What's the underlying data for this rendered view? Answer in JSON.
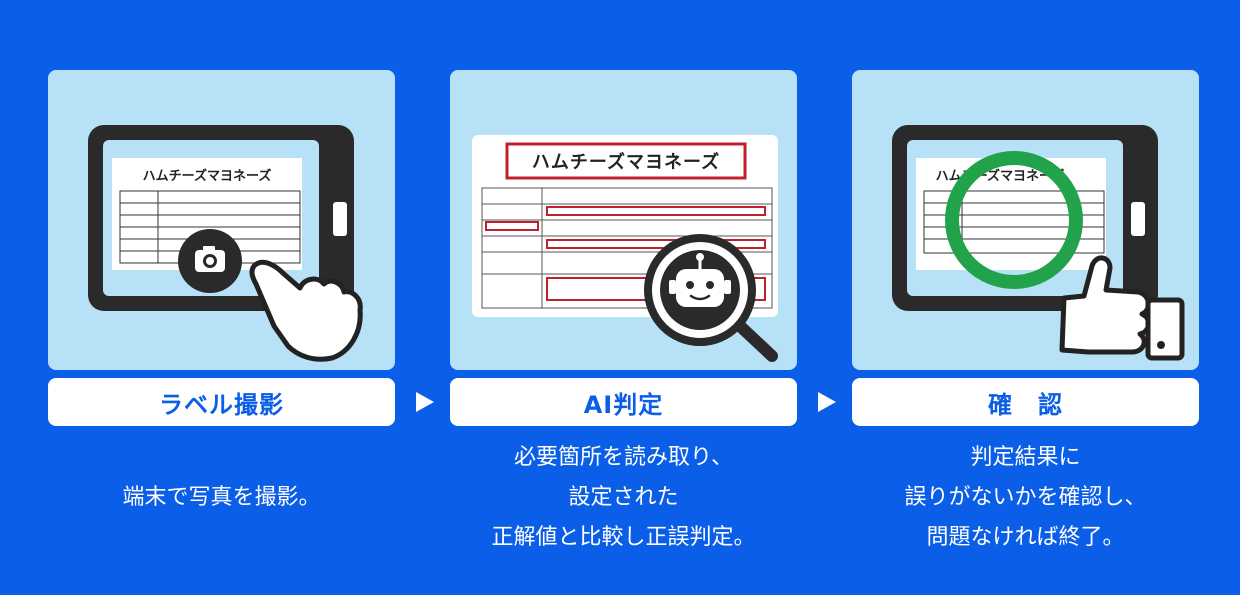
{
  "steps": [
    {
      "title": "ラベル撮影",
      "product_label": "ハムチーズマヨネーズ",
      "description": [
        "端末で写真を撮影。"
      ],
      "icon": "camera-icon"
    },
    {
      "title": "AI判定",
      "product_label": "ハムチーズマヨネーズ",
      "description": [
        "必要箇所を読み取り、",
        "設定された",
        "正解値と比較し正誤判定。"
      ],
      "icon": "robot-magnifier-icon"
    },
    {
      "title": "確　認",
      "product_label": "ハムチーズマヨネーズ",
      "description": [
        "判定結果に",
        "誤りがないかを確認し、",
        "問題なければ終了。"
      ],
      "icon": "ok-circle-icon"
    }
  ],
  "colors": {
    "background": "#0a5ee8",
    "panel": "#b6e1f7",
    "highlight_red": "#c0202a",
    "ok_green": "#22a24a"
  }
}
